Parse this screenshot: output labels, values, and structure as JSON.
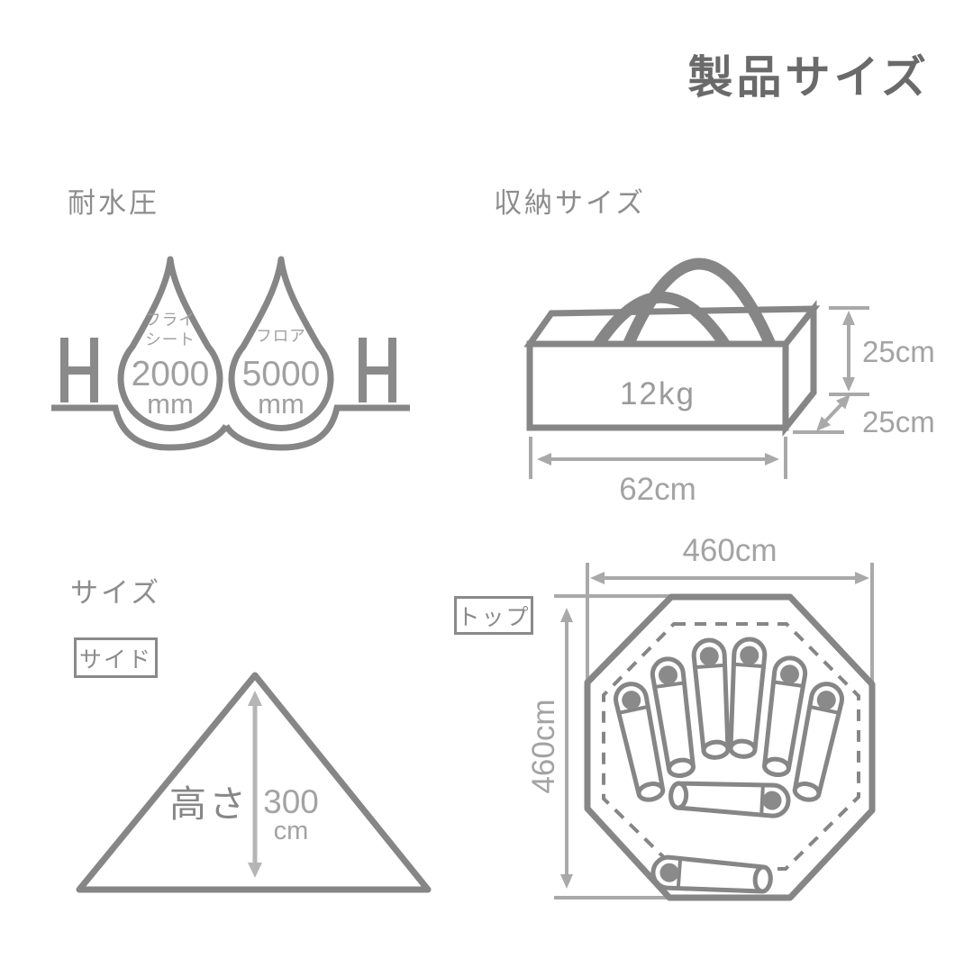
{
  "page": {
    "background": "#ffffff",
    "title": "製品サイズ"
  },
  "colors": {
    "title_text": "#6a6a6a",
    "heading_text": "#8d8d8d",
    "figure_stroke": "#868686",
    "dimension_stroke": "#a9a9a9",
    "dimension_text": "#a3a3a3"
  },
  "water_resistance": {
    "heading": "耐水圧",
    "side_letter": "H",
    "drops": [
      {
        "label_line1": "フライ",
        "label_line2": "シート",
        "value": "2000",
        "unit": "mm"
      },
      {
        "label_line1": "フロア",
        "label_line2": "",
        "value": "5000",
        "unit": "mm"
      }
    ]
  },
  "storage": {
    "heading": "収納サイズ",
    "weight": "12kg",
    "dim_height": "25cm",
    "dim_depth": "25cm",
    "dim_width": "62cm"
  },
  "size_section": {
    "heading": "サイズ",
    "side_view_label": "サイド",
    "height_label": "高さ",
    "height_value": "300",
    "height_unit": "cm"
  },
  "top_view": {
    "view_label": "トップ",
    "dim_width": "460cm",
    "dim_depth": "460cm",
    "sleeper_count": 8
  }
}
